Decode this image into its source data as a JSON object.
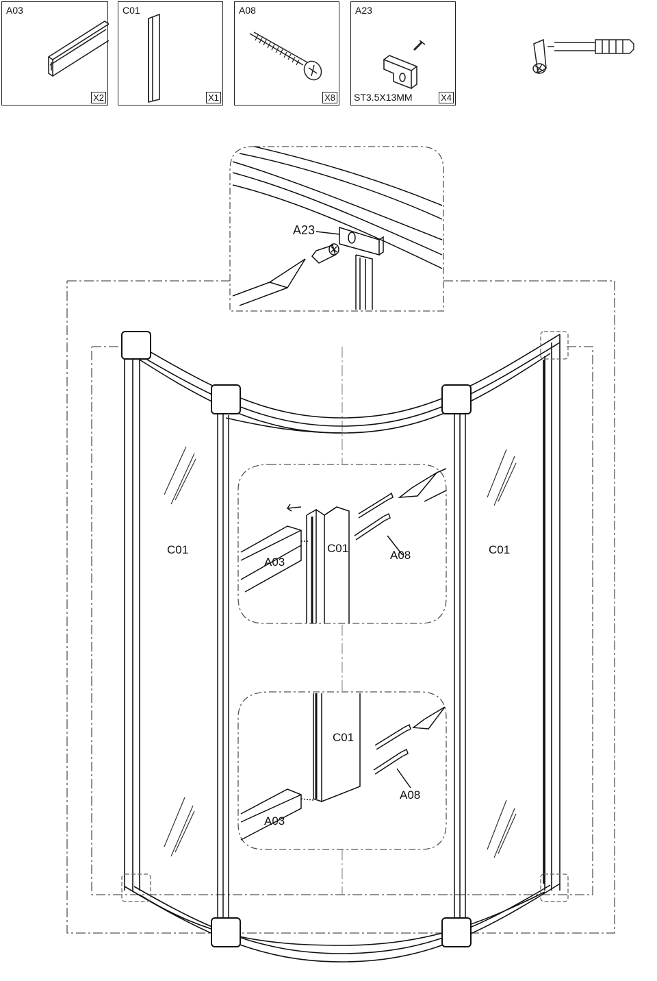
{
  "parts": [
    {
      "code": "A03",
      "qty": "X2",
      "spec": ""
    },
    {
      "code": "C01",
      "qty": "X1",
      "spec": ""
    },
    {
      "code": "A08",
      "qty": "X8",
      "spec": ""
    },
    {
      "code": "A23",
      "qty": "X4",
      "spec": "ST3.5X13MM"
    }
  ],
  "tool": {
    "icon": "screwdriver-icon"
  },
  "callouts": {
    "top_detail_a23": "A23",
    "panel_left": "C01",
    "panel_right": "C01",
    "upper_detail_a03": "A03",
    "upper_detail_c01": "C01",
    "upper_detail_a08": "A08",
    "lower_detail_c01": "C01",
    "lower_detail_a08": "A08",
    "lower_detail_a03": "A03"
  }
}
